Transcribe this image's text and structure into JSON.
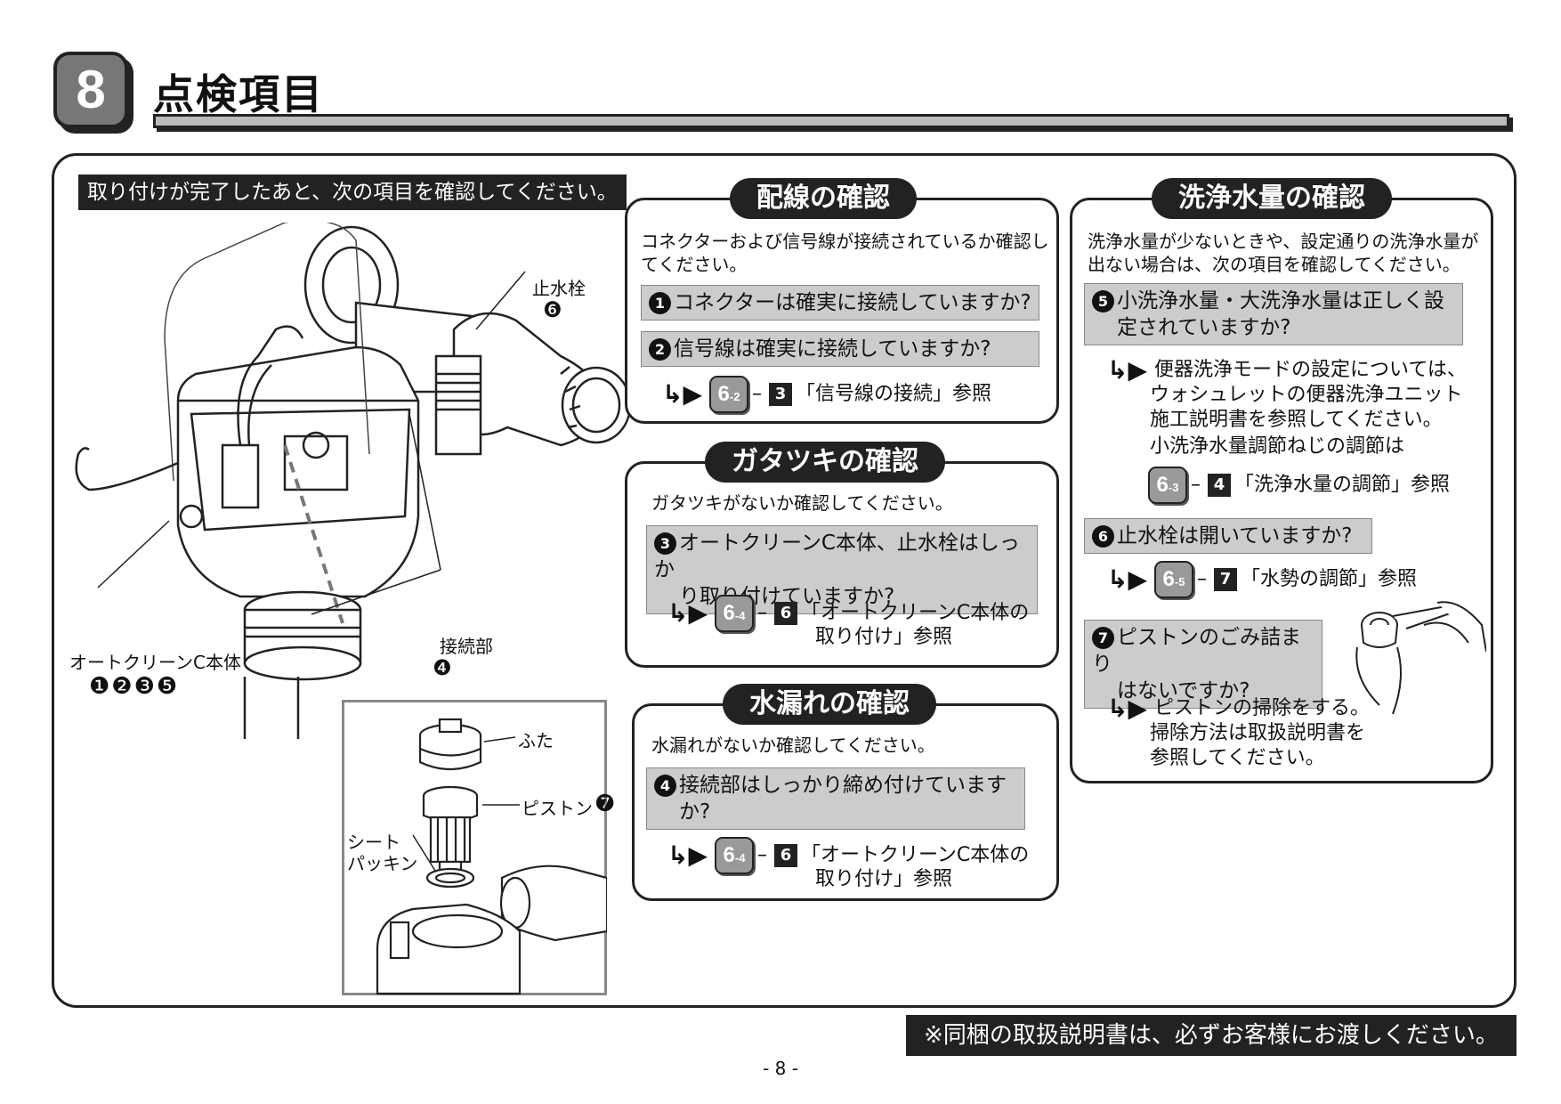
{
  "header": {
    "number": "8",
    "title": "点検項目"
  },
  "intro": "取り付けが完了したあと、次の項目を確認してください。",
  "illustration": {
    "label_valve": "止水栓",
    "label_valve_num": "❻",
    "label_joint": "接続部",
    "label_joint_num": "❹",
    "label_body": "オートクリーンC本体",
    "label_body_nums": "❶❷❸❺",
    "label_cap": "ふた",
    "label_piston": "ピストン",
    "label_piston_num": "❼",
    "label_seat1": "シート",
    "label_seat2": "パッキン"
  },
  "wiring": {
    "title": "配線の確認",
    "desc": "コネクターおよび信号線が接続されているか確認してください。",
    "q1_num": "1",
    "q1": "コネクターは確実に接続していますか?",
    "q2_num": "2",
    "q2": "信号線は確実に接続していますか?",
    "ref_tag": "6",
    "ref_sub": "-2",
    "ref_sq": "3",
    "ref_text": "「信号線の接続」参照"
  },
  "rattle": {
    "title": "ガタツキの確認",
    "desc": "ガタツキがないか確認してください。",
    "q3_num": "3",
    "q3_line1": "オートクリーンC本体、止水栓はしっか",
    "q3_line2": "り取り付けていますか?",
    "ref_tag": "6",
    "ref_sub": "-4",
    "ref_sq": "6",
    "ref_text1": "「オートクリーンC本体の",
    "ref_text2": "取り付け」参照"
  },
  "leak": {
    "title": "水漏れの確認",
    "desc": "水漏れがないか確認してください。",
    "q4_num": "4",
    "q4_line1": "接続部はしっかり締め付けています",
    "q4_line2": "か?",
    "ref_tag": "6",
    "ref_sub": "-4",
    "ref_sq": "6",
    "ref_text1": "「オートクリーンC本体の",
    "ref_text2": "取り付け」参照"
  },
  "flush": {
    "title": "洗浄水量の確認",
    "desc": "洗浄水量が少ないときや、設定通りの洗浄水量が出ない場合は、次の項目を確認してください。",
    "q5_num": "5",
    "q5_line1": "小洗浄水量・大洗浄水量は正しく設",
    "q5_line2": "定されていますか?",
    "a5_line1": "便器洗浄モードの設定については、",
    "a5_line2": "ウォシュレットの便器洗浄ユニット",
    "a5_line3": "施工説明書を参照してください。",
    "a5_line4": "小洗浄水量調節ねじの調節は",
    "ref5_tag": "6",
    "ref5_sub": "-3",
    "ref5_sq": "4",
    "ref5_text": "「洗浄水量の調節」参照",
    "q6_num": "6",
    "q6": "止水栓は開いていますか?",
    "ref6_tag": "6",
    "ref6_sub": "-5",
    "ref6_sq": "7",
    "ref6_text": "「水勢の調節」参照",
    "q7_num": "7",
    "q7_line1": "ピストンのごみ詰まり",
    "q7_line2": "はないですか?",
    "a7_line1": "ピストンの掃除をする。",
    "a7_line2": "掃除方法は取扱説明書を",
    "a7_line3": "参照してください。"
  },
  "footer": {
    "note": "※同梱の取扱説明書は、必ずお客様にお渡しください。",
    "page": "- 8 -"
  }
}
